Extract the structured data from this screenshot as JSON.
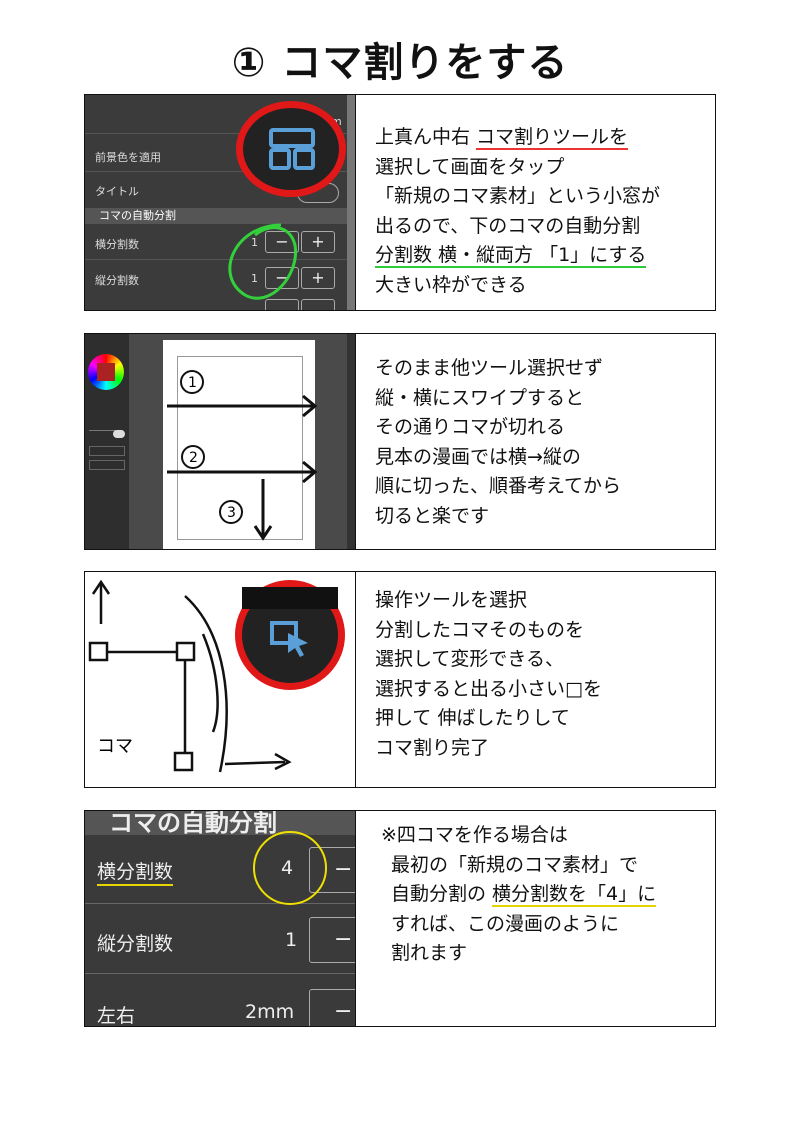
{
  "title": "① コマ割りをする",
  "panel1": {
    "app": {
      "apply_fg": "前景色を適用",
      "title_label": "タイトル",
      "section": "コマの自動分割",
      "h_div": "横分割数",
      "v_div": "縦分割数",
      "h_val": "1",
      "v_val": "1",
      "minus": "−",
      "plus": "+",
      "m": "m"
    },
    "lines": [
      "上真ん中右 ",
      "コマ割りツールを",
      "選択して画面をタップ",
      "「新規のコマ素材」という小窓が",
      "出るので、下のコマの自動分割",
      "分割数 横・縦両方 「1」にする",
      "大きい枠ができる"
    ]
  },
  "panel2": {
    "lines": [
      "そのまま他ツール選択せず",
      "縦・横にスワイプすると",
      "その通りコマが切れる",
      "見本の漫画では横→縦の",
      "順に切った、順番考えてから",
      "切ると楽です"
    ],
    "marks": [
      "1",
      "2",
      "3"
    ]
  },
  "panel3": {
    "lines": [
      "操作ツールを選択",
      "分割したコマそのものを",
      "選択して変形できる、",
      "選択すると出る小さい□を",
      "押して 伸ばしたりして",
      "コマ割り完了"
    ],
    "koma": "コマ"
  },
  "panel4": {
    "app": {
      "section": "コマの自動分割",
      "h_div": "横分割数",
      "h_val": "4",
      "v_div": "縦分割数",
      "v_val": "1",
      "lr": "左右",
      "lr_val": "2mm",
      "minus": "−"
    },
    "lines": [
      "※四コマを作る場合は",
      "最初の「新規のコマ素材」で",
      "自動分割の ",
      "横分割数を「4」に",
      "すれば、この漫画のように",
      "割れます"
    ]
  }
}
